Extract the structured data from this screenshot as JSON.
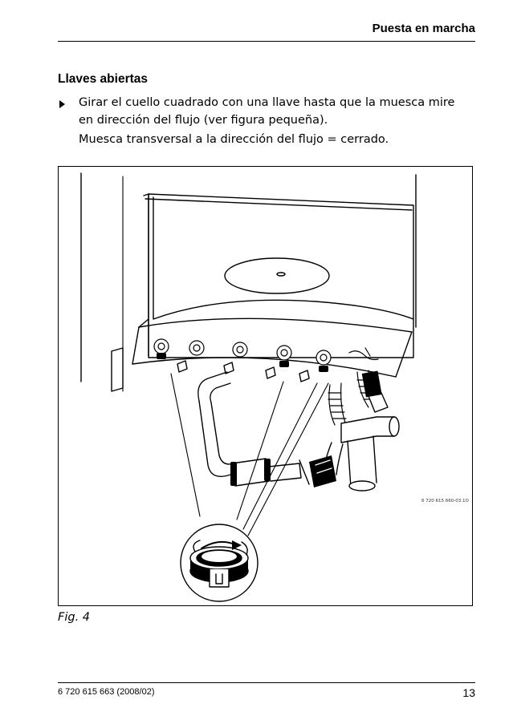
{
  "header": {
    "title": "Puesta en marcha"
  },
  "section": {
    "title": "Llaves abiertas",
    "instruction_line1": "Girar el cuello cuadrado con una llave hasta que la muesca mire",
    "instruction_line2": "en dirección del flujo (ver figura pequeña).",
    "note": "Muesca transversal a la dirección del flujo = cerrado."
  },
  "figure": {
    "code": "6 720 615 660-03.1O",
    "caption": "Fig. 4",
    "icons": [
      "boiler-illustration",
      "valve-rotation-detail-icon"
    ]
  },
  "footer": {
    "doc_ref": "6 720 615 663 (2008/02)",
    "page_number": "13"
  }
}
